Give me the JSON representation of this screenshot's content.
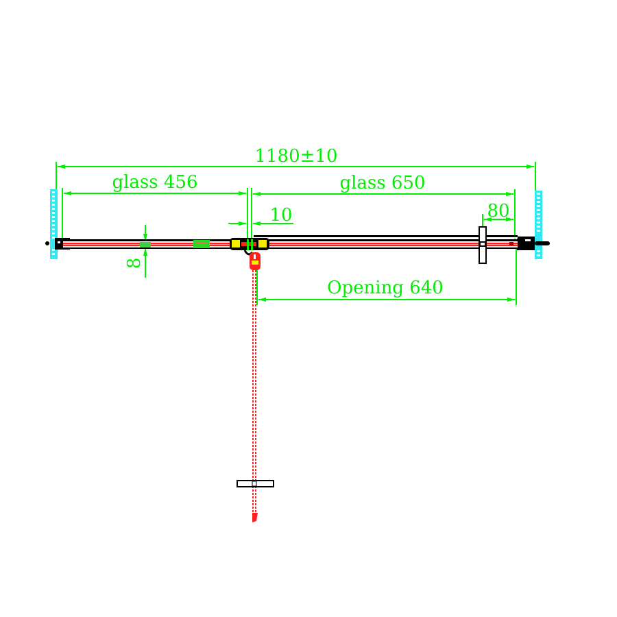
{
  "drawing": {
    "type": "shower door plan view technical drawing",
    "colors": {
      "dimension": "#00ee00",
      "glass": "#ff2020",
      "frame": "#000000",
      "wall_profile": "#33e8f0",
      "seal": "#f5ee00"
    },
    "dimensions": {
      "overall": "1180±10",
      "glass_fixed": "glass 456",
      "glass_sliding": "glass 650",
      "overlap_gap": "10",
      "handle_offset": "80",
      "glass_thickness": "8",
      "opening": "Opening 640"
    }
  }
}
